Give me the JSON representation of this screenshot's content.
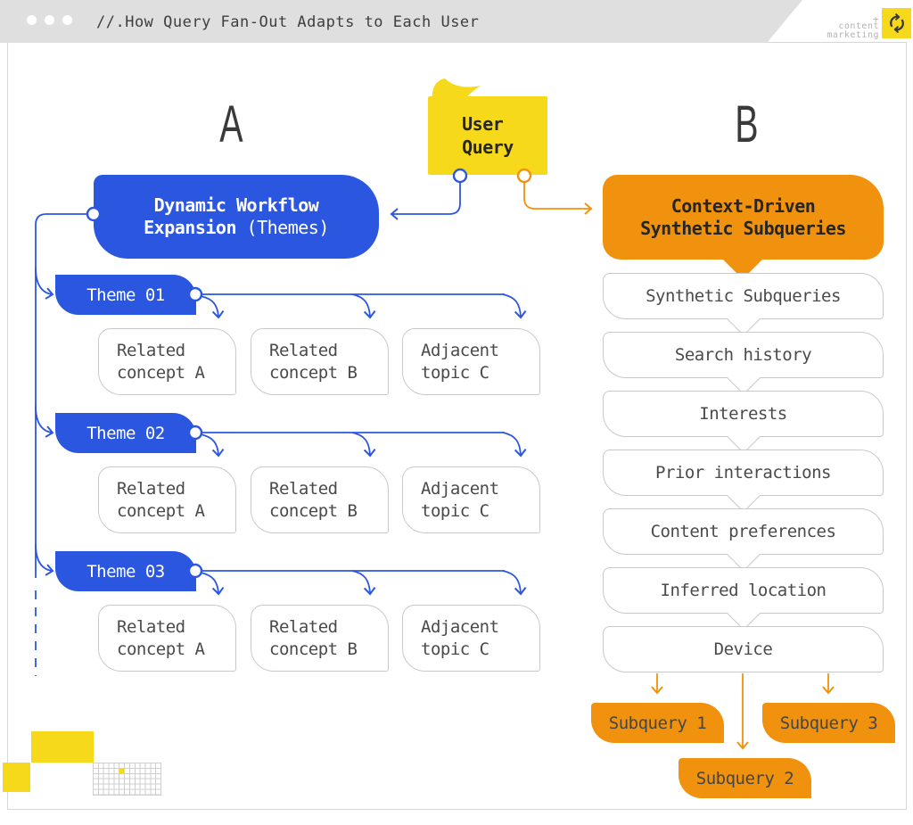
{
  "topbar": {
    "title": "//.How Query Fan-Out Adapts to Each User",
    "brand": {
      "plus": "+",
      "line1": "content",
      "line2": "marketing"
    }
  },
  "labels": {
    "section_a": "A",
    "section_b": "B"
  },
  "user_query": {
    "line1": "User",
    "line2": "Query"
  },
  "workflow": {
    "line1": "Dynamic Workflow",
    "line2_bold": "Expansion",
    "line2_tail": " (Themes)"
  },
  "themes": [
    {
      "label": "Theme 01",
      "children": [
        "Related concept A",
        "Related concept B",
        "Adjacent topic C"
      ]
    },
    {
      "label": "Theme 02",
      "children": [
        "Related concept A",
        "Related concept B",
        "Adjacent topic C"
      ]
    },
    {
      "label": "Theme 03",
      "children": [
        "Related concept A",
        "Related concept B",
        "Adjacent topic C"
      ]
    }
  ],
  "context": {
    "header_line1": "Context-Driven",
    "header_line2": "Synthetic Subqueries",
    "signals": [
      "Synthetic Subqueries",
      "Search history",
      "Interests",
      "Prior interactions",
      "Content preferences",
      "Inferred location",
      "Device"
    ],
    "subqueries": [
      "Subquery 1",
      "Subquery 2",
      "Subquery 3"
    ]
  },
  "colors": {
    "blue": "#2b57e0",
    "orange": "#f0920e",
    "yellow": "#f6d91a",
    "box_border": "#c9c9c9",
    "bar_bg": "#dfdfdf",
    "text_dark": "#4a4a4a"
  }
}
